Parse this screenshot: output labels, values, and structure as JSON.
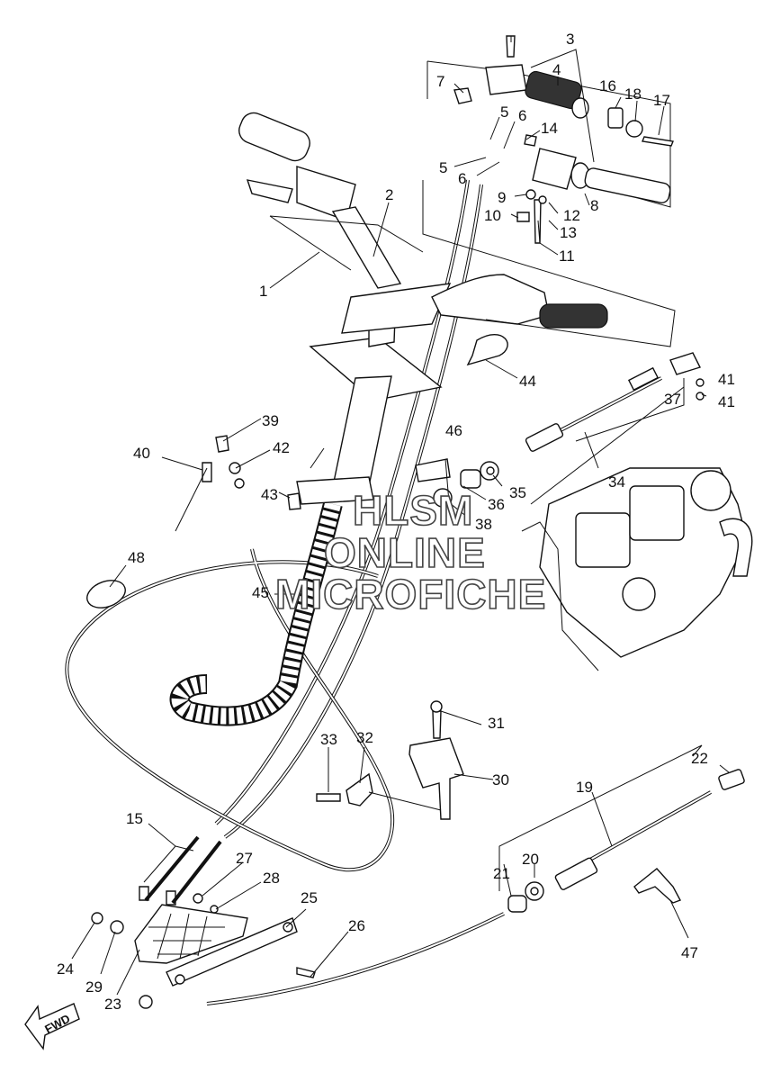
{
  "watermark": {
    "line1": "HLSM",
    "line2": "ONLINE",
    "line3": "MICROFICHE"
  },
  "direction_arrow": "FWD",
  "callouts": {
    "c1": "1",
    "c2": "2",
    "c3": "3",
    "c4": "4",
    "c5a": "5",
    "c5b": "5",
    "c6a": "6",
    "c6b": "6",
    "c7": "7",
    "c8": "8",
    "c9": "9",
    "c10": "10",
    "c11": "11",
    "c12": "12",
    "c13": "13",
    "c14": "14",
    "c15": "15",
    "c16": "16",
    "c17": "17",
    "c18": "18",
    "c19": "19",
    "c20": "20",
    "c21": "21",
    "c22": "22",
    "c23": "23",
    "c24": "24",
    "c25": "25",
    "c26": "26",
    "c27": "27",
    "c28": "28",
    "c29": "29",
    "c30": "30",
    "c31": "31",
    "c32": "32",
    "c33": "33",
    "c34": "34",
    "c35": "35",
    "c36": "36",
    "c37": "37",
    "c38": "38",
    "c39": "39",
    "c40": "40",
    "c41a": "41",
    "c41b": "41",
    "c42": "42",
    "c43": "43",
    "c44": "44",
    "c45": "45",
    "c46": "46",
    "c47": "47",
    "c48": "48"
  }
}
